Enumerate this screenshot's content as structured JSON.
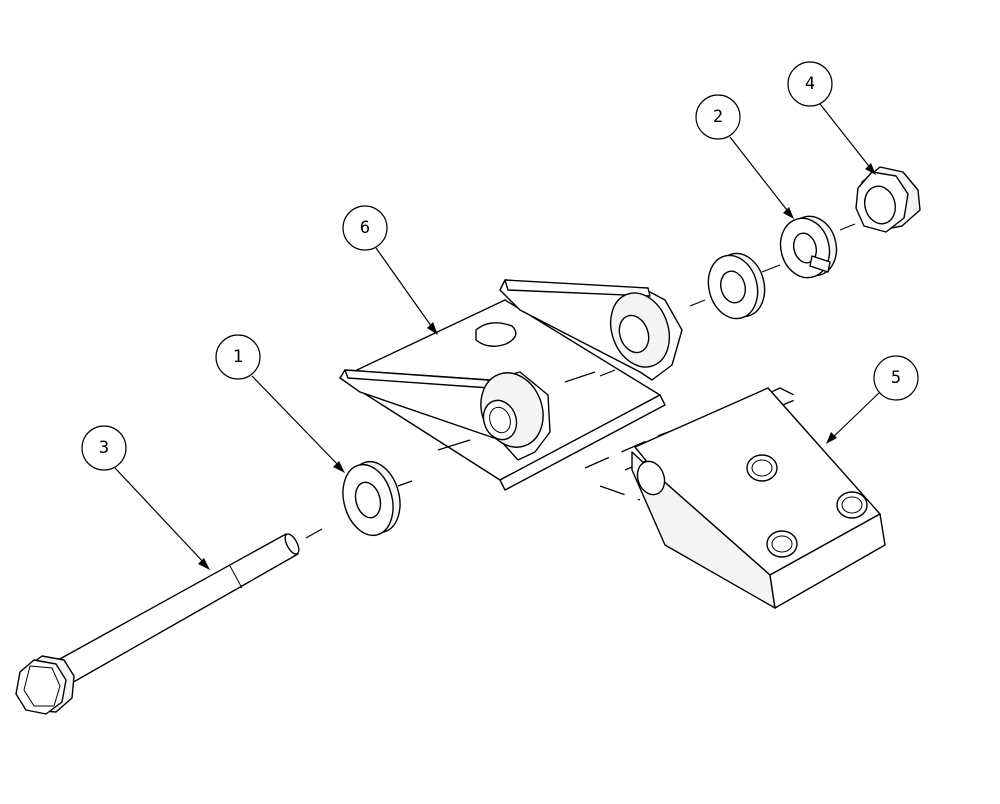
{
  "balloons": [
    {
      "id": "b1",
      "label": "1"
    },
    {
      "id": "b2",
      "label": "2"
    },
    {
      "id": "b3",
      "label": "3"
    },
    {
      "id": "b4",
      "label": "4"
    },
    {
      "id": "b5",
      "label": "5"
    },
    {
      "id": "b6",
      "label": "6"
    }
  ]
}
